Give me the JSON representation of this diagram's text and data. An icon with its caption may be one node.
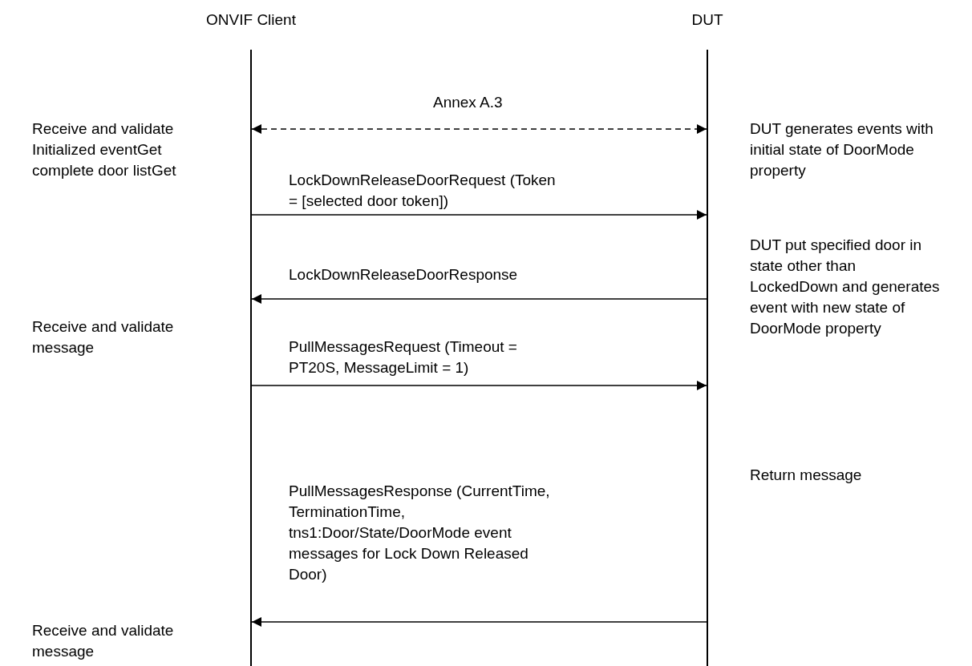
{
  "diagram": {
    "nodes": [
      {
        "text": [
          "ONVIF Client"
        ]
      },
      {
        "text": [
          "DUT"
        ]
      }
    ],
    "edges": [
      {
        "from": 0,
        "to": 1,
        "arrow": "both",
        "style": "dashed",
        "label": "Annex A.3"
      },
      {
        "from": 0,
        "to": 1,
        "arrow": "to",
        "label": "LockDownReleaseDoorRequest (Token = [selected door token])"
      },
      {
        "from": 1,
        "to": 0,
        "arrow": "to",
        "label": "LockDownReleaseDoorResponse"
      },
      {
        "from": 0,
        "to": 1,
        "arrow": "to",
        "label": "PullMessagesRequest (Timeout = PT20S, MessageLimit = 1)"
      },
      {
        "from": 1,
        "to": 0,
        "arrow": "to",
        "label": "PullMessagesResponse (CurrentTime, TerminationTime, tns1:Door/State/DoorMode event messages for Lock Down Released Door)"
      }
    ],
    "labels": [
      "Receive and validate Initialized eventGet complete door listGet",
      "DUT generates events with initial state of DoorMode property",
      "DUT put specified door in state other than LockedDown and generates event with new state of DoorMode property",
      "Receive and validate message",
      "Return message",
      "Receive and validate message"
    ]
  }
}
